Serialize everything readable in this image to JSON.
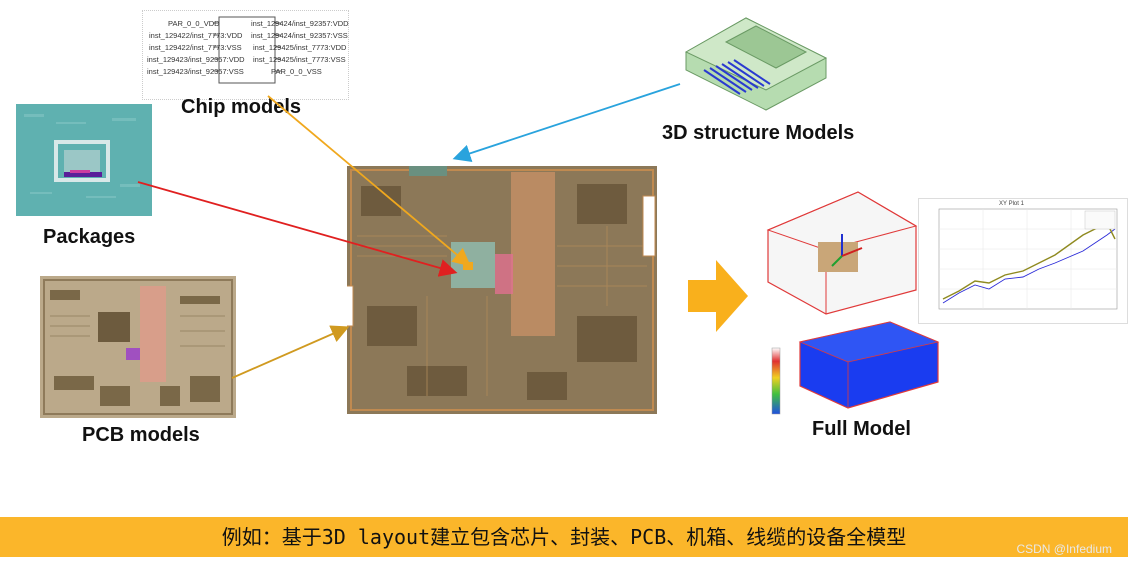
{
  "labels": {
    "chip_models": "Chip models",
    "packages": "Packages",
    "pcb_models": "PCB models",
    "structure_models": "3D structure Models",
    "full_model": "Full Model"
  },
  "chip_pins": {
    "left": [
      "PAR_0_0_VDD",
      "inst_129422/inst_7773:VDD",
      "inst_129422/inst_7773:VSS",
      "inst_129423/inst_92357:VDD",
      "inst_129423/inst_92357:VSS"
    ],
    "right": [
      "inst_129424/inst_92357:VDD",
      "inst_129424/inst_92357:VSS",
      "inst_129425/inst_7773:VDD",
      "inst_129425/inst_7773:VSS",
      "PAR_0_0_VSS"
    ]
  },
  "plot": {
    "title": "XY Plot 1"
  },
  "banner": "例如：基于3D layout建立包含芯片、封装、PCB、机箱、线缆的设备全模型",
  "watermark": "CSDN @Infedium",
  "colors": {
    "banner": "#fbb62a",
    "arrow_orange": "#f0a81e",
    "arrow_red": "#e02020",
    "arrow_blue": "#29a3dd",
    "arrow_gold": "#d09a20"
  }
}
